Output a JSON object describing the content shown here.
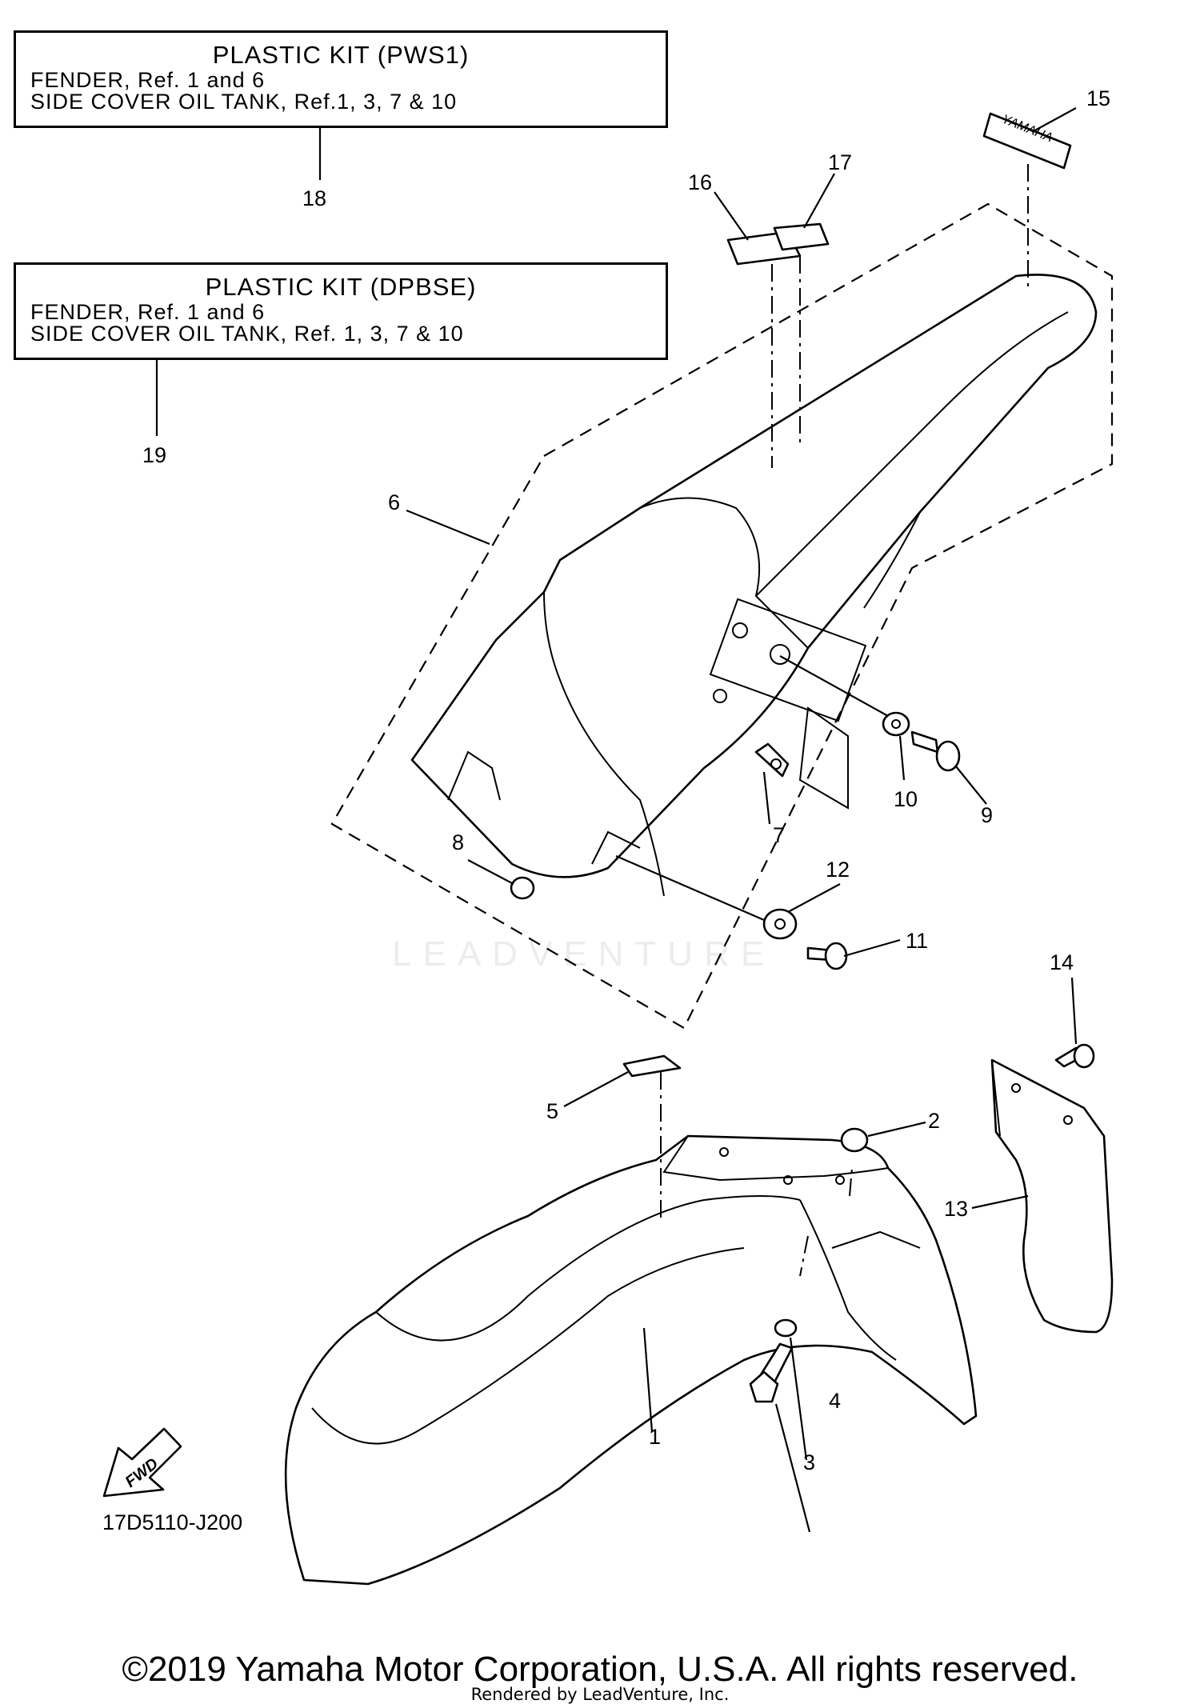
{
  "kits": [
    {
      "title": "PLASTIC KIT  (PWS1)",
      "line1": "FENDER, Ref. 1 and 6",
      "line2": "SIDE COVER OIL TANK, Ref.1, 3, 7 & 10",
      "callout": "18"
    },
    {
      "title": "PLASTIC KIT (DPBSE)",
      "line1": "FENDER, Ref. 1 and 6",
      "line2": "SIDE COVER OIL TANK, Ref. 1, 3, 7 & 10",
      "callout": "19"
    }
  ],
  "callouts": {
    "c1": "1",
    "c2": "2",
    "c3": "3",
    "c4": "4",
    "c5": "5",
    "c6": "6",
    "c7": "7",
    "c8": "8",
    "c9": "9",
    "c10": "10",
    "c11": "11",
    "c12": "12",
    "c13": "13",
    "c14": "14",
    "c15": "15",
    "c16": "16",
    "c17": "17"
  },
  "decal_text": "YAMAHA",
  "fwd_label": "FWD",
  "watermark": "LEADVENTURE",
  "figure_code": "17D5110-J200",
  "copyright": "©2019 Yamaha Motor Corporation, U.S.A. All rights reserved.",
  "rendered_by": "Rendered by LeadVenture, Inc."
}
